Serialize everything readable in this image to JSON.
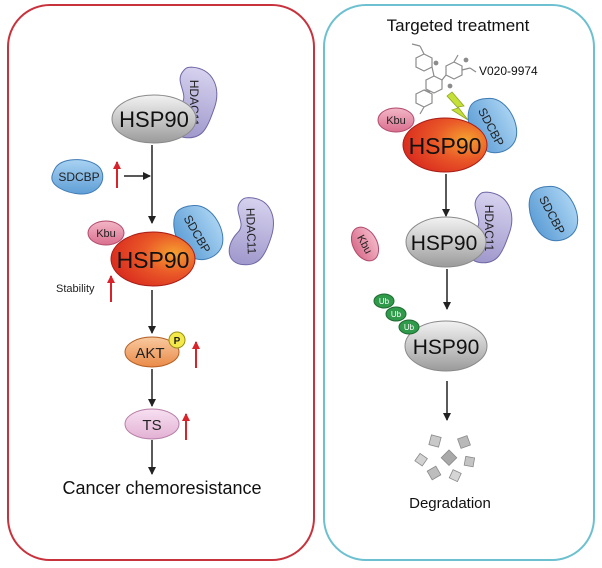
{
  "left_panel": {
    "hsp90_top": "HSP90",
    "hdac11_top": "HDAC11",
    "sdcbp_in": "SDCBP",
    "kbu": "Kbu",
    "hsp90_main": "HSP90",
    "sdcbp_bound": "SDCBP",
    "hdac11_free": "HDAC11",
    "stability": "Stability",
    "akt": "AKT",
    "phospho": "P",
    "ts": "TS",
    "outcome": "Cancer chemoresistance"
  },
  "right_panel": {
    "title": "Targeted treatment",
    "drug": "V020-9974",
    "kbu_bound": "Kbu",
    "hsp90_main": "HSP90",
    "sdcbp_bound": "SDCBP",
    "kbu_free": "Kbu",
    "hsp90_mid": "HSP90",
    "hdac11_bound": "HDAC11",
    "sdcbp_free": "SDCBP",
    "ub_labels": [
      "Ub",
      "Ub",
      "Ub"
    ],
    "hsp90_ub": "HSP90",
    "outcome": "Degradation"
  },
  "colors": {
    "left_border": "#c8323c",
    "right_border": "#6cc0d0",
    "hsp90_red": "#e43a2a",
    "hsp90_orange": "#f07e28",
    "hsp90_grey": "#bdbdbd",
    "sdcbp_blue": "#7fb6e3",
    "hdac11_purple": "#b9b4dc",
    "kbu_pink": "#e68fa6",
    "akt_orange": "#f3a66a",
    "ts_pink": "#efc8e3",
    "phospho_yellow": "#f4e94a",
    "ub_green": "#2f9a4a",
    "up_arrow_red": "#d8232a",
    "bolt_yellow": "#c6e03a"
  }
}
